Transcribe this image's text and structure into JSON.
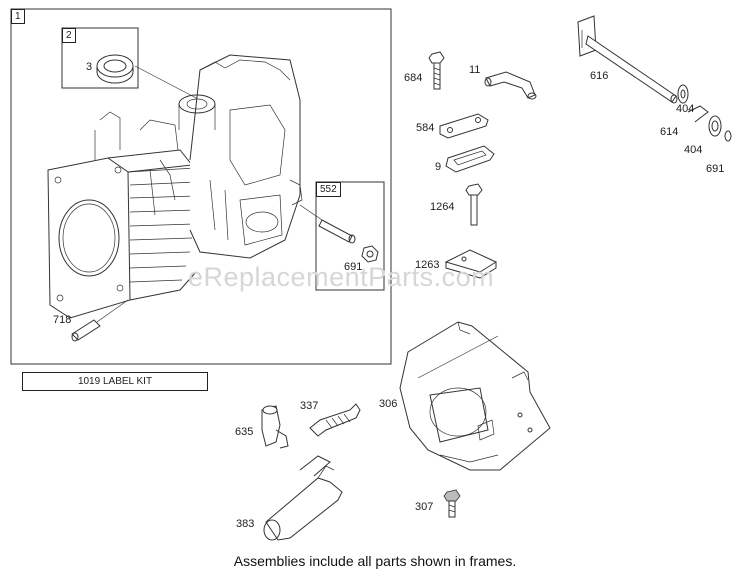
{
  "frames": {
    "main": "1",
    "seal": "2",
    "kit": "552"
  },
  "parts": {
    "p3": "3",
    "p718": "718",
    "p691a": "691",
    "p684": "684",
    "p11": "11",
    "p616": "616",
    "p584": "584",
    "p9": "9",
    "p404a": "404",
    "p614": "614",
    "p404b": "404",
    "p691b": "691",
    "p1264": "1264",
    "p1263": "1263",
    "p337": "337",
    "p306": "306",
    "p635": "635",
    "p383": "383",
    "p307": "307"
  },
  "label_kit": "1019 LABEL KIT",
  "watermark": "eReplacementParts.com",
  "caption": "Assemblies include all parts shown in frames."
}
